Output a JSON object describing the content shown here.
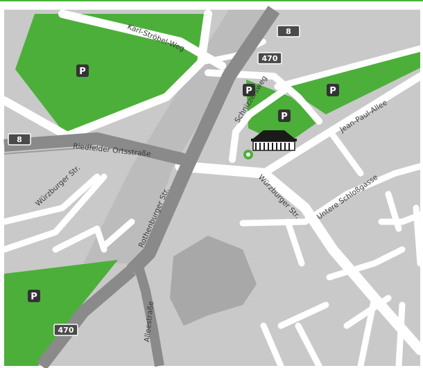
{
  "map": {
    "colors": {
      "background": "#c9c9c9",
      "park": "#4caf3a",
      "road": "#ffffff",
      "main_road": "#8a8a8a",
      "building": "#a8a8a8",
      "frame_line": "#4caf3a",
      "marker": "#4caf3a"
    },
    "streets": {
      "karl_strobel": "Karl-Ströbel-Weg",
      "riedfelder": "Riedfelder Ortsstraße",
      "wurzburger_west": "Würzburger Str.",
      "rothenburger": "Rothenburger Str.",
      "schnizzersweg": "Schnizzersweg",
      "jean_paul": "Jean-Paul-Allee",
      "wurzburger_east": "Würzburger Str.",
      "untere_schlossgasse": "Untere Schloßgasse",
      "alleestrasse": "Alleestraße"
    },
    "route_numbers": {
      "route_8_top": "8",
      "route_470_top": "470",
      "route_8_left": "8",
      "route_470_bottom": "470"
    },
    "parking_label": "P",
    "icons": {
      "parking": "parking-icon",
      "destination_building": "castle-building-icon",
      "location_marker": "location-marker-icon"
    }
  }
}
